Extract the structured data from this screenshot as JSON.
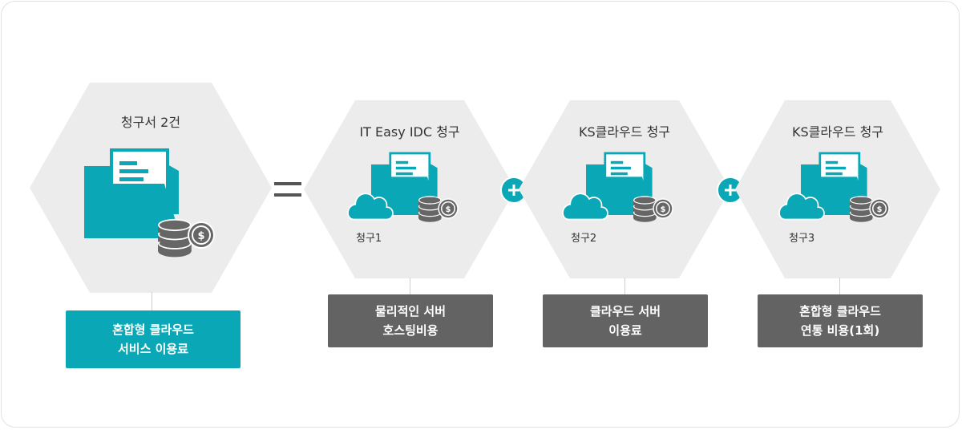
{
  "colors": {
    "teal": "#0aa8b6",
    "hexagon": "#ececec",
    "box_grey": "#636363",
    "coin_grey": "#666666"
  },
  "total": {
    "title": "청구서 2건",
    "box_line1": "혼합형 클라우드",
    "box_line2": "서비스 이용료",
    "icons": [
      "folder-document-icon",
      "coin-stack-icon",
      "dollar-coin-icon"
    ]
  },
  "operators": {
    "equals": "=",
    "plus": "+"
  },
  "bills": [
    {
      "title": "IT Easy IDC 청구",
      "label": "청구1",
      "box_line1": "물리적인 서버",
      "box_line2": "호스팅비용"
    },
    {
      "title": "KS클라우드 청구",
      "label": "청구2",
      "box_line1": "클라우드 서버",
      "box_line2": "이용료"
    },
    {
      "title": "KS클라우드 청구",
      "label": "청구3",
      "box_line1": "혼합형 클라우드",
      "box_line2": "연통 비용(1회)"
    }
  ]
}
